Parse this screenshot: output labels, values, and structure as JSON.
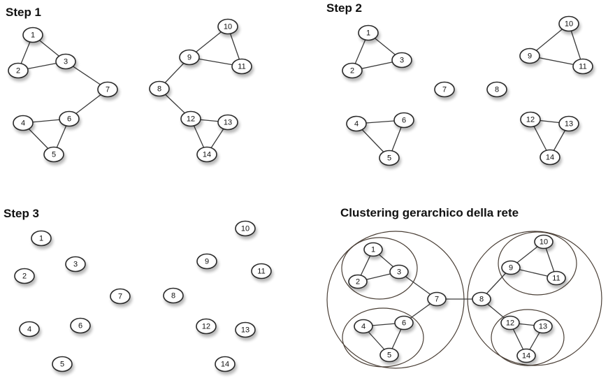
{
  "panels": {
    "step1": {
      "title": "Step 1"
    },
    "step2": {
      "title": "Step 2"
    },
    "step3": {
      "title": "Step 3"
    },
    "cluster": {
      "title": "Clustering gerarchico della rete"
    }
  },
  "node_labels": [
    "1",
    "2",
    "3",
    "4",
    "5",
    "6",
    "7",
    "8",
    "9",
    "10",
    "11",
    "12",
    "13",
    "14"
  ],
  "edges_full": [
    [
      "1",
      "2"
    ],
    [
      "1",
      "3"
    ],
    [
      "2",
      "3"
    ],
    [
      "3",
      "7"
    ],
    [
      "4",
      "6"
    ],
    [
      "4",
      "5"
    ],
    [
      "5",
      "6"
    ],
    [
      "6",
      "7"
    ],
    [
      "7",
      "8"
    ],
    [
      "8",
      "9"
    ],
    [
      "8",
      "12"
    ],
    [
      "9",
      "10"
    ],
    [
      "9",
      "11"
    ],
    [
      "10",
      "11"
    ],
    [
      "12",
      "13"
    ],
    [
      "12",
      "14"
    ],
    [
      "13",
      "14"
    ]
  ],
  "edges_step1": [
    [
      "1",
      "2"
    ],
    [
      "1",
      "3"
    ],
    [
      "2",
      "3"
    ],
    [
      "3",
      "7"
    ],
    [
      "4",
      "6"
    ],
    [
      "4",
      "5"
    ],
    [
      "5",
      "6"
    ],
    [
      "6",
      "7"
    ],
    [
      "8",
      "9"
    ],
    [
      "8",
      "12"
    ],
    [
      "9",
      "10"
    ],
    [
      "9",
      "11"
    ],
    [
      "10",
      "11"
    ],
    [
      "12",
      "13"
    ],
    [
      "12",
      "14"
    ],
    [
      "13",
      "14"
    ]
  ],
  "edges_step2": [
    [
      "1",
      "2"
    ],
    [
      "1",
      "3"
    ],
    [
      "2",
      "3"
    ],
    [
      "4",
      "6"
    ],
    [
      "4",
      "5"
    ],
    [
      "5",
      "6"
    ],
    [
      "9",
      "10"
    ],
    [
      "9",
      "11"
    ],
    [
      "10",
      "11"
    ],
    [
      "12",
      "13"
    ],
    [
      "12",
      "14"
    ],
    [
      "13",
      "14"
    ]
  ],
  "edges_step3": []
}
